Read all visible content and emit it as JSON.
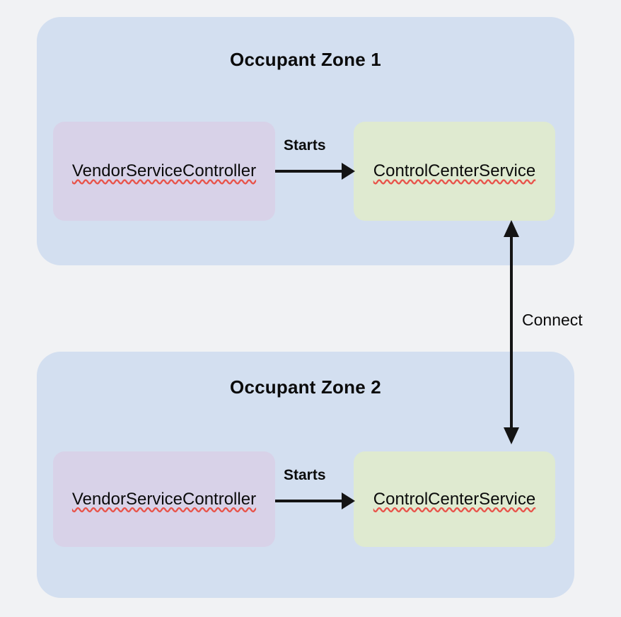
{
  "diagram": {
    "type": "architecture-block-diagram",
    "background_color": "#f1f2f4",
    "zone_color": "#d3dff0",
    "zones": [
      {
        "id": "zone-1",
        "title": "Occupant Zone 1",
        "nodes": [
          {
            "id": "vendor-1",
            "label": "VendorServiceController",
            "color": "#d8d2e8",
            "spellcheck_underline": true
          },
          {
            "id": "control-1",
            "label": "ControlCenterService",
            "color": "#dfead0",
            "spellcheck_underline": true
          }
        ],
        "edge": {
          "label": "Starts",
          "from": "vendor-1",
          "to": "control-1",
          "direction": "right"
        }
      },
      {
        "id": "zone-2",
        "title": "Occupant Zone 2",
        "nodes": [
          {
            "id": "vendor-2",
            "label": "VendorServiceController",
            "color": "#d8d2e8",
            "spellcheck_underline": true
          },
          {
            "id": "control-2",
            "label": "ControlCenterService",
            "color": "#dfead0",
            "spellcheck_underline": true
          }
        ],
        "edge": {
          "label": "Starts",
          "from": "vendor-2",
          "to": "control-2",
          "direction": "right"
        }
      }
    ],
    "cross_zone_edge": {
      "label": "Connect",
      "from": "control-1",
      "to": "control-2",
      "direction": "bidirectional",
      "color": "#141414"
    }
  }
}
